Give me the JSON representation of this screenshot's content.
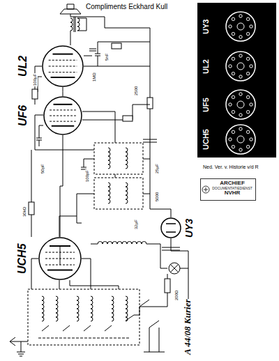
{
  "diagram": {
    "nodes": [
      {
        "text": [
          "UL2"
        ]
      },
      {
        "text": [
          "UF6"
        ]
      },
      {
        "text": [
          "UCH5"
        ]
      },
      {
        "text": [
          "UY3"
        ]
      },
      {
        "text": [
          "UY3"
        ]
      },
      {
        "text": [
          "UL2"
        ]
      },
      {
        "text": [
          "UF5"
        ]
      },
      {
        "text": [
          "UCH5"
        ]
      },
      {
        "text": [
          "ARCHIEF",
          "DOCUMENTATIEDIENST",
          "NVHR"
        ]
      }
    ],
    "edges": [
      {
        "from": 0,
        "to": 1,
        "arrow": "none"
      },
      {
        "from": 1,
        "to": 2,
        "arrow": "none"
      }
    ],
    "labels": [
      "Compliments Eckhard Kull",
      "Ned. Ver. v. Historie v/d R",
      "A 44/08 Kurier",
      "100µF",
      "1MΩ",
      "5nF",
      "2500",
      "50pF",
      "25µF",
      "30kΩ",
      "200Ω",
      "5000",
      "100pF",
      "32µF"
    ]
  }
}
